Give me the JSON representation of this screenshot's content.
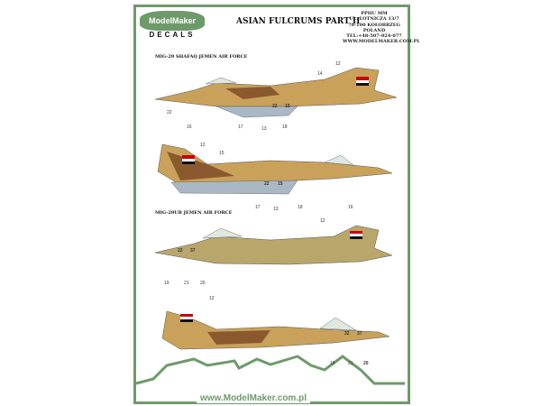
{
  "header": {
    "logo_text": "ModelMaker",
    "logo_sub": "DECALS",
    "title": "ASIAN FULCRUMS PART II",
    "address": [
      "PPHU MM",
      "UL. LOTNICZA 13/7",
      "78-100 KOŁOBRZEG",
      "POLAND",
      "TEL:+48-507-024-077",
      "WWW.MODELMAKER.COM.PL"
    ]
  },
  "sections": [
    {
      "label": "MIG-29 SHAFAQ JEMEN AIR FORCE"
    },
    {
      "label": "MIG-29UB JEMEN AIR FORCE"
    }
  ],
  "aircraft": [
    {
      "callouts": [
        "12",
        "14",
        "16",
        "17",
        "13",
        "18"
      ],
      "serial": "22",
      "code": "15"
    },
    {
      "callouts": [
        "12",
        "15",
        "17",
        "13",
        "18",
        "16"
      ],
      "serial": "22",
      "code": "15"
    },
    {
      "callouts": [
        "12",
        "19",
        "21",
        "20"
      ],
      "serial": "22",
      "code": "37"
    },
    {
      "callouts": [
        "12",
        "19",
        "21",
        "20"
      ],
      "serial": "32",
      "code": "37"
    }
  ],
  "footer": {
    "website": "www.ModelMaker.com.pl"
  },
  "colors": {
    "frame": "#6e9a6a",
    "sand": "#c9a15a",
    "brown": "#8a5a2e",
    "grey": "#a9b8c4",
    "olive": "#b8a66a"
  }
}
